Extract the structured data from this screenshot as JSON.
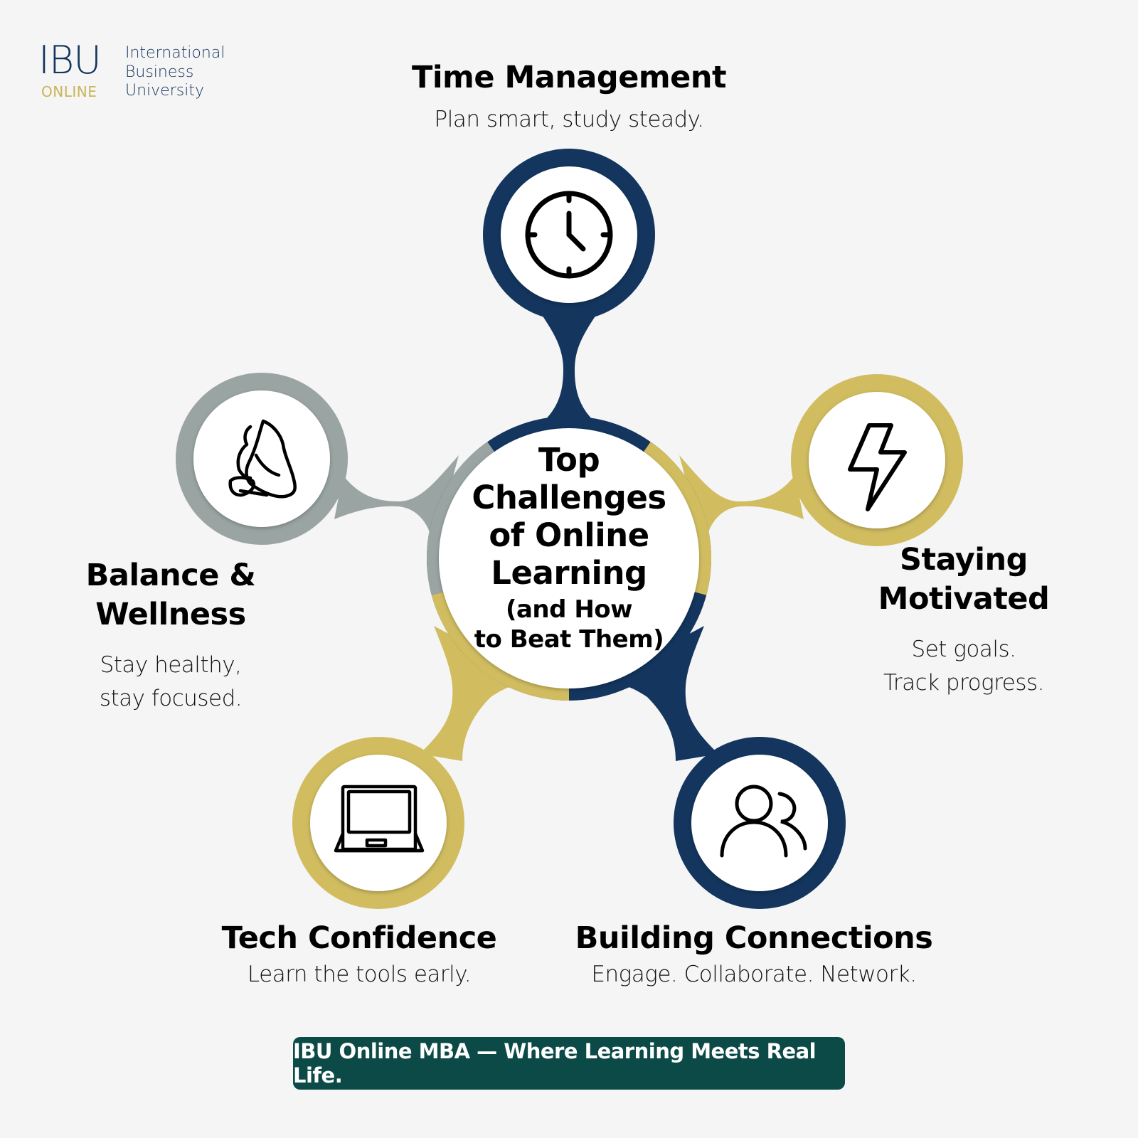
{
  "logo": {
    "mark": "IBU",
    "tag": "ONLINE",
    "name_lines": [
      "International",
      "Business",
      "University"
    ]
  },
  "center": {
    "title_lines": [
      "Top",
      "Challenges",
      "of Online",
      "Learning"
    ],
    "subtitle_lines": [
      "(and How",
      "to Beat Them)"
    ]
  },
  "challenges": [
    {
      "id": "time",
      "title": "Time Management",
      "tagline": "Plan smart, study steady.",
      "icon": "clock-icon",
      "color": "#13355e"
    },
    {
      "id": "motivation",
      "title_lines": [
        "Staying",
        "Motivated"
      ],
      "tagline_lines": [
        "Set goals.",
        "Track progress."
      ],
      "icon": "lightning-bolt-icon",
      "color": "#d1bd60"
    },
    {
      "id": "connections",
      "title": "Building Connections",
      "tagline": "Engage. Collaborate. Network.",
      "icon": "users-icon",
      "color": "#13355e"
    },
    {
      "id": "tech",
      "title": "Tech Confidence",
      "tagline": "Learn the tools early.",
      "icon": "laptop-icon",
      "color": "#d1bd60"
    },
    {
      "id": "wellness",
      "title_lines": [
        "Balance &",
        "Wellness"
      ],
      "tagline_lines": [
        "Stay healthy,",
        "stay focused."
      ],
      "icon": "yoga-pose-icon",
      "color": "#9aa5a3"
    }
  ],
  "colors": {
    "navy": "#13355e",
    "gold": "#d1bd60",
    "gray": "#9aa5a3",
    "footer_bg": "#0c4a47",
    "background": "#f5f5f5"
  },
  "footer": {
    "text": "IBU Online MBA — Where Learning Meets Real Life."
  }
}
